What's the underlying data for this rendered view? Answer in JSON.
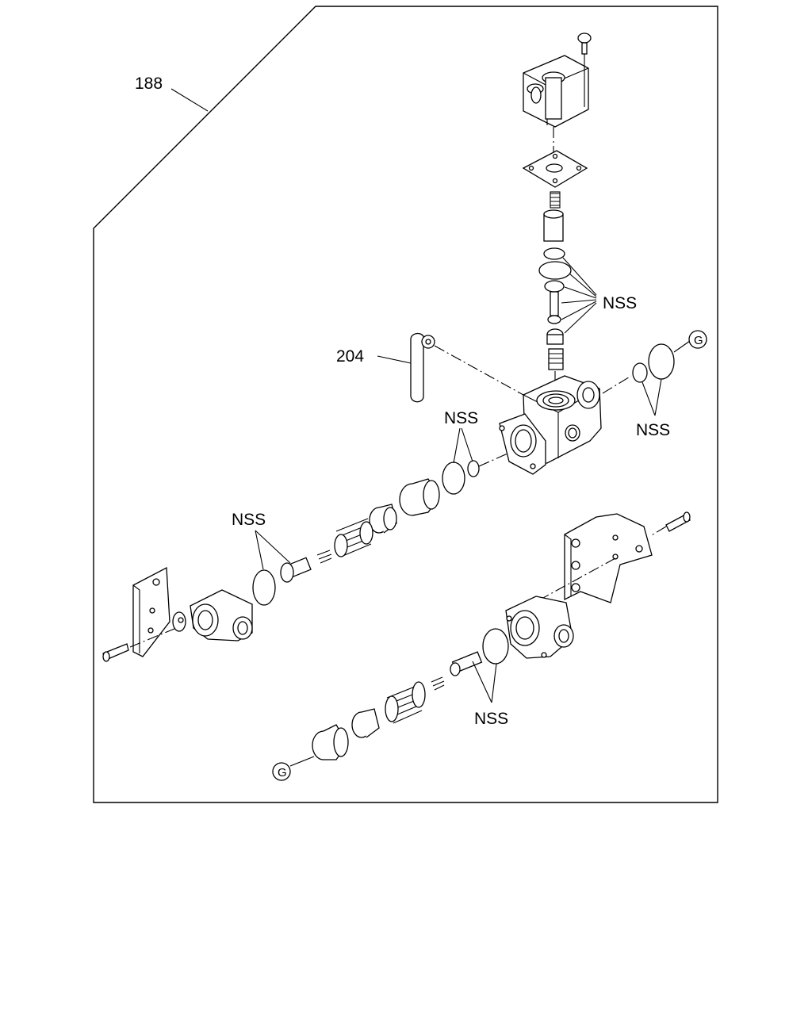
{
  "callouts": {
    "assembly_ref": "188",
    "lever_ref": "204",
    "nss_top_orings": "NSS",
    "nss_right_orings": "NSS",
    "nss_center_orings": "NSS",
    "nss_left_oring": "NSS",
    "nss_bottom_oring": "NSS",
    "connector_top": "G",
    "connector_bottom": "G"
  }
}
